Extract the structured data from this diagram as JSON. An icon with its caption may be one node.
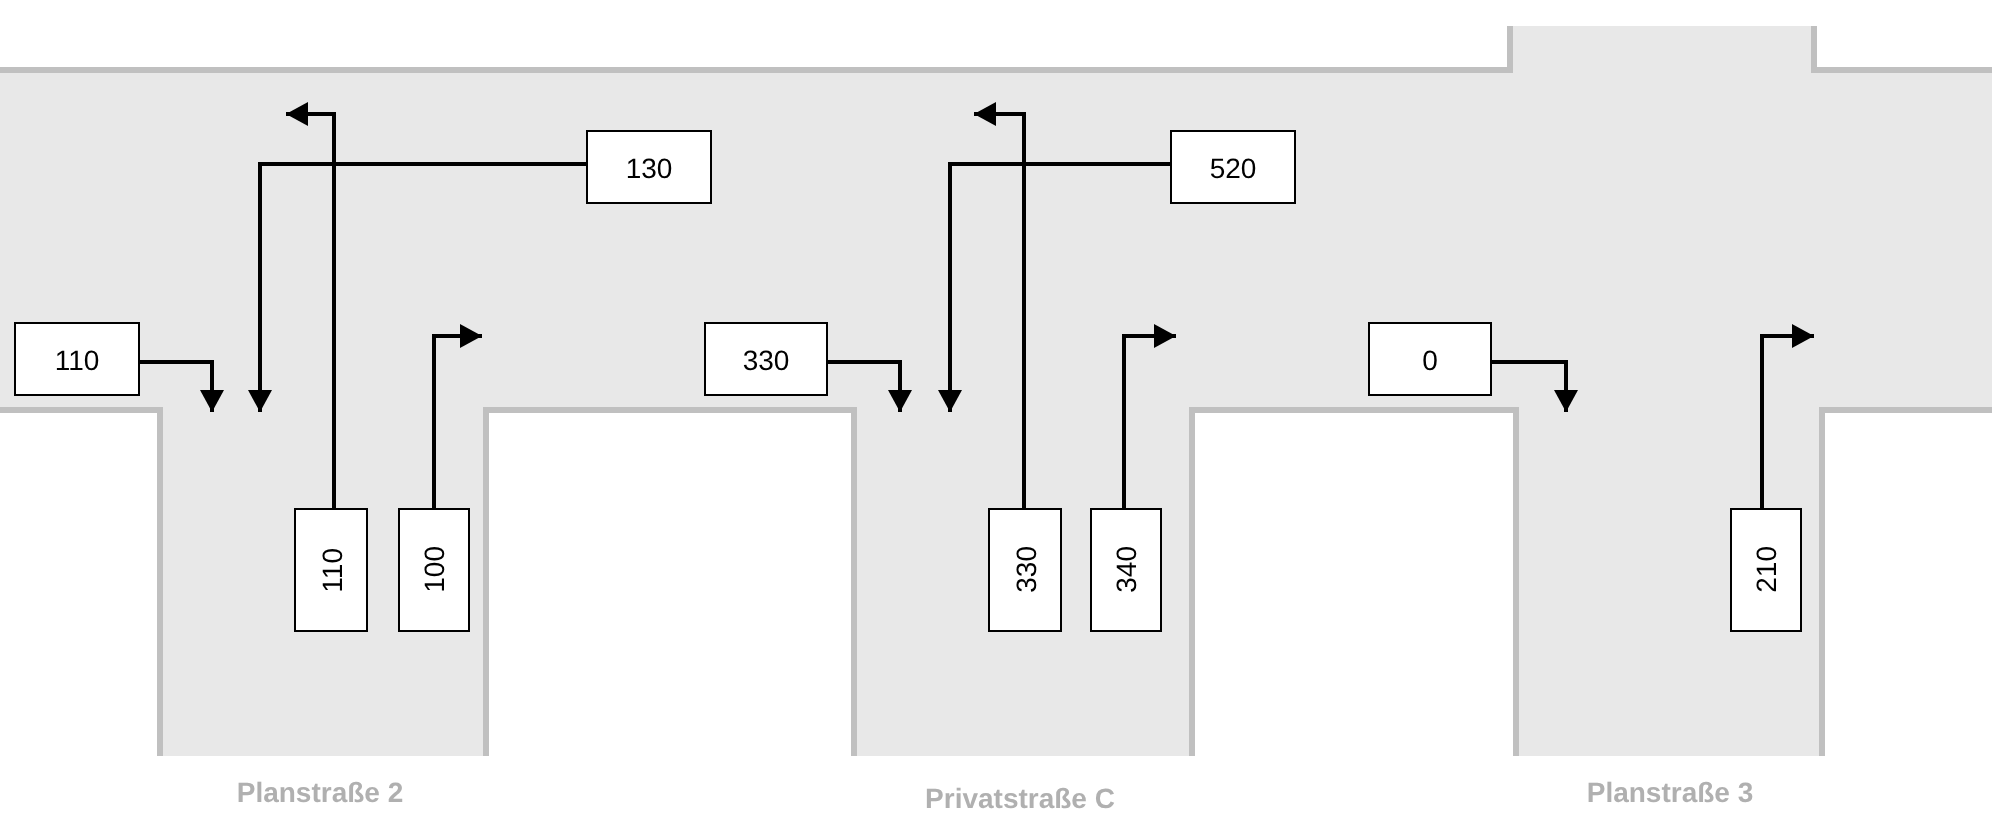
{
  "diagram": {
    "nodes": [
      {
        "text": [
          "130"
        ]
      },
      {
        "text": [
          "520"
        ]
      },
      {
        "text": [
          "110"
        ]
      },
      {
        "text": [
          "330"
        ]
      },
      {
        "text": [
          "0"
        ]
      },
      {
        "text": [
          "110"
        ]
      },
      {
        "text": [
          "100"
        ]
      },
      {
        "text": [
          "330"
        ]
      },
      {
        "text": [
          "340"
        ]
      },
      {
        "text": [
          "210"
        ]
      }
    ],
    "edges": [
      {
        "from": 0,
        "to": null,
        "arrow": "to"
      },
      {
        "from": 1,
        "to": null,
        "arrow": "to"
      },
      {
        "from": 2,
        "to": null,
        "arrow": "to"
      },
      {
        "from": 3,
        "to": null,
        "arrow": "to"
      },
      {
        "from": 4,
        "to": null,
        "arrow": "to"
      },
      {
        "from": 5,
        "to": null,
        "arrow": "to"
      },
      {
        "from": 6,
        "to": null,
        "arrow": "to"
      },
      {
        "from": 7,
        "to": null,
        "arrow": "to"
      },
      {
        "from": 8,
        "to": null,
        "arrow": "to"
      },
      {
        "from": 9,
        "to": null,
        "arrow": "to"
      }
    ],
    "labels": [
      "Planstraße 2",
      "Privatstraße C",
      "Planstraße 3"
    ]
  }
}
